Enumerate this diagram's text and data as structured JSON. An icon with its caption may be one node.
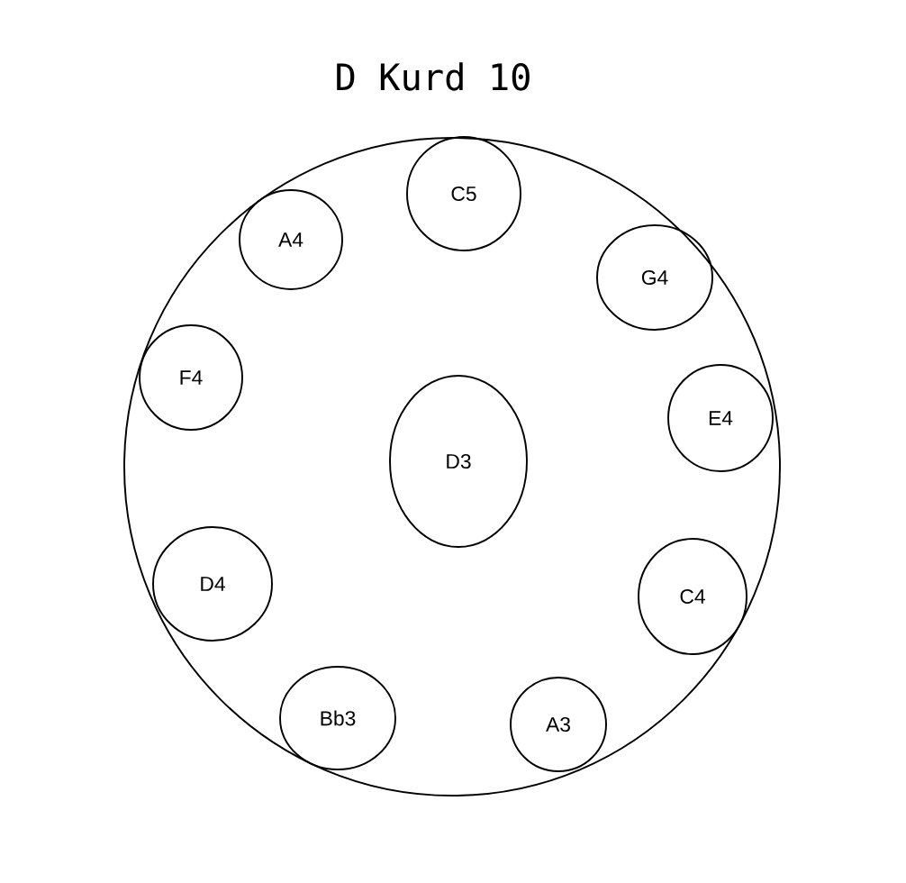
{
  "diagram": {
    "title": "D Kurd   10",
    "nodes": [
      {
        "text": [],
        "shape": "circle"
      },
      {
        "text": [
          "C5"
        ],
        "in": 0
      },
      {
        "text": [
          "A4"
        ],
        "in": 0
      },
      {
        "text": [
          "G4"
        ],
        "in": 0
      },
      {
        "text": [
          "F4"
        ],
        "in": 0
      },
      {
        "text": [
          "E4"
        ],
        "in": 0
      },
      {
        "text": [
          "D3"
        ],
        "in": 0
      },
      {
        "text": [
          "D4"
        ],
        "in": 0
      },
      {
        "text": [
          "C4"
        ],
        "in": 0
      },
      {
        "text": [
          "Bb3"
        ],
        "in": 0
      },
      {
        "text": [
          "A3"
        ],
        "in": 0
      }
    ]
  }
}
